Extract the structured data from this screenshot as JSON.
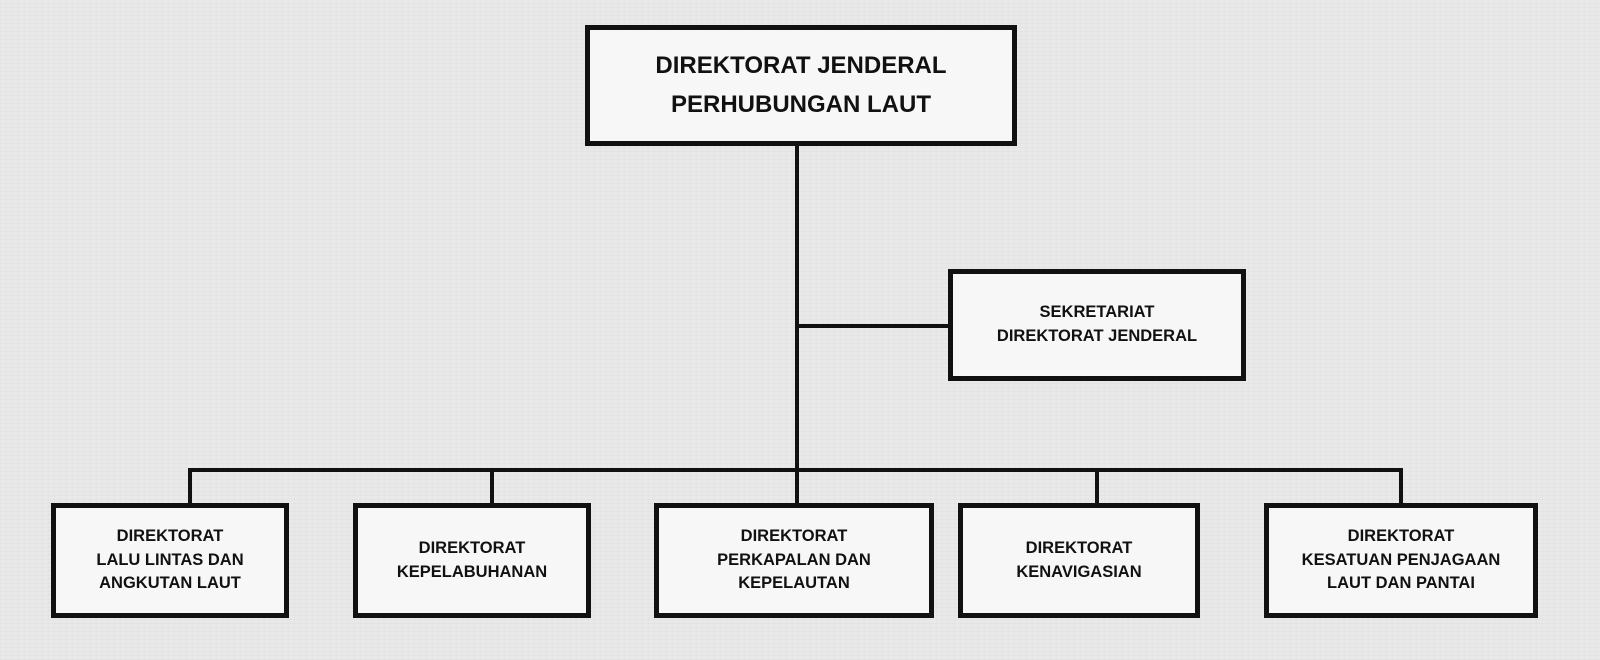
{
  "org_chart": {
    "head": {
      "label": "DIREKTORAT JENDERAL\nPERHUBUNGAN LAUT"
    },
    "secretariat": {
      "label": "SEKRETARIAT\nDIREKTORAT JENDERAL"
    },
    "directorates": [
      {
        "label": "DIREKTORAT\nLALU LINTAS DAN\nANGKUTAN LAUT"
      },
      {
        "label": "DIREKTORAT\nKEPELABUHANAN"
      },
      {
        "label": "DIREKTORAT\nPERKAPALAN DAN\nKEPELAUTAN"
      },
      {
        "label": "DIREKTORAT\nKENAVIGASIAN"
      },
      {
        "label": "DIREKTORAT\nKESATUAN PENJAGAAN\nLAUT DAN PANTAI"
      }
    ]
  }
}
